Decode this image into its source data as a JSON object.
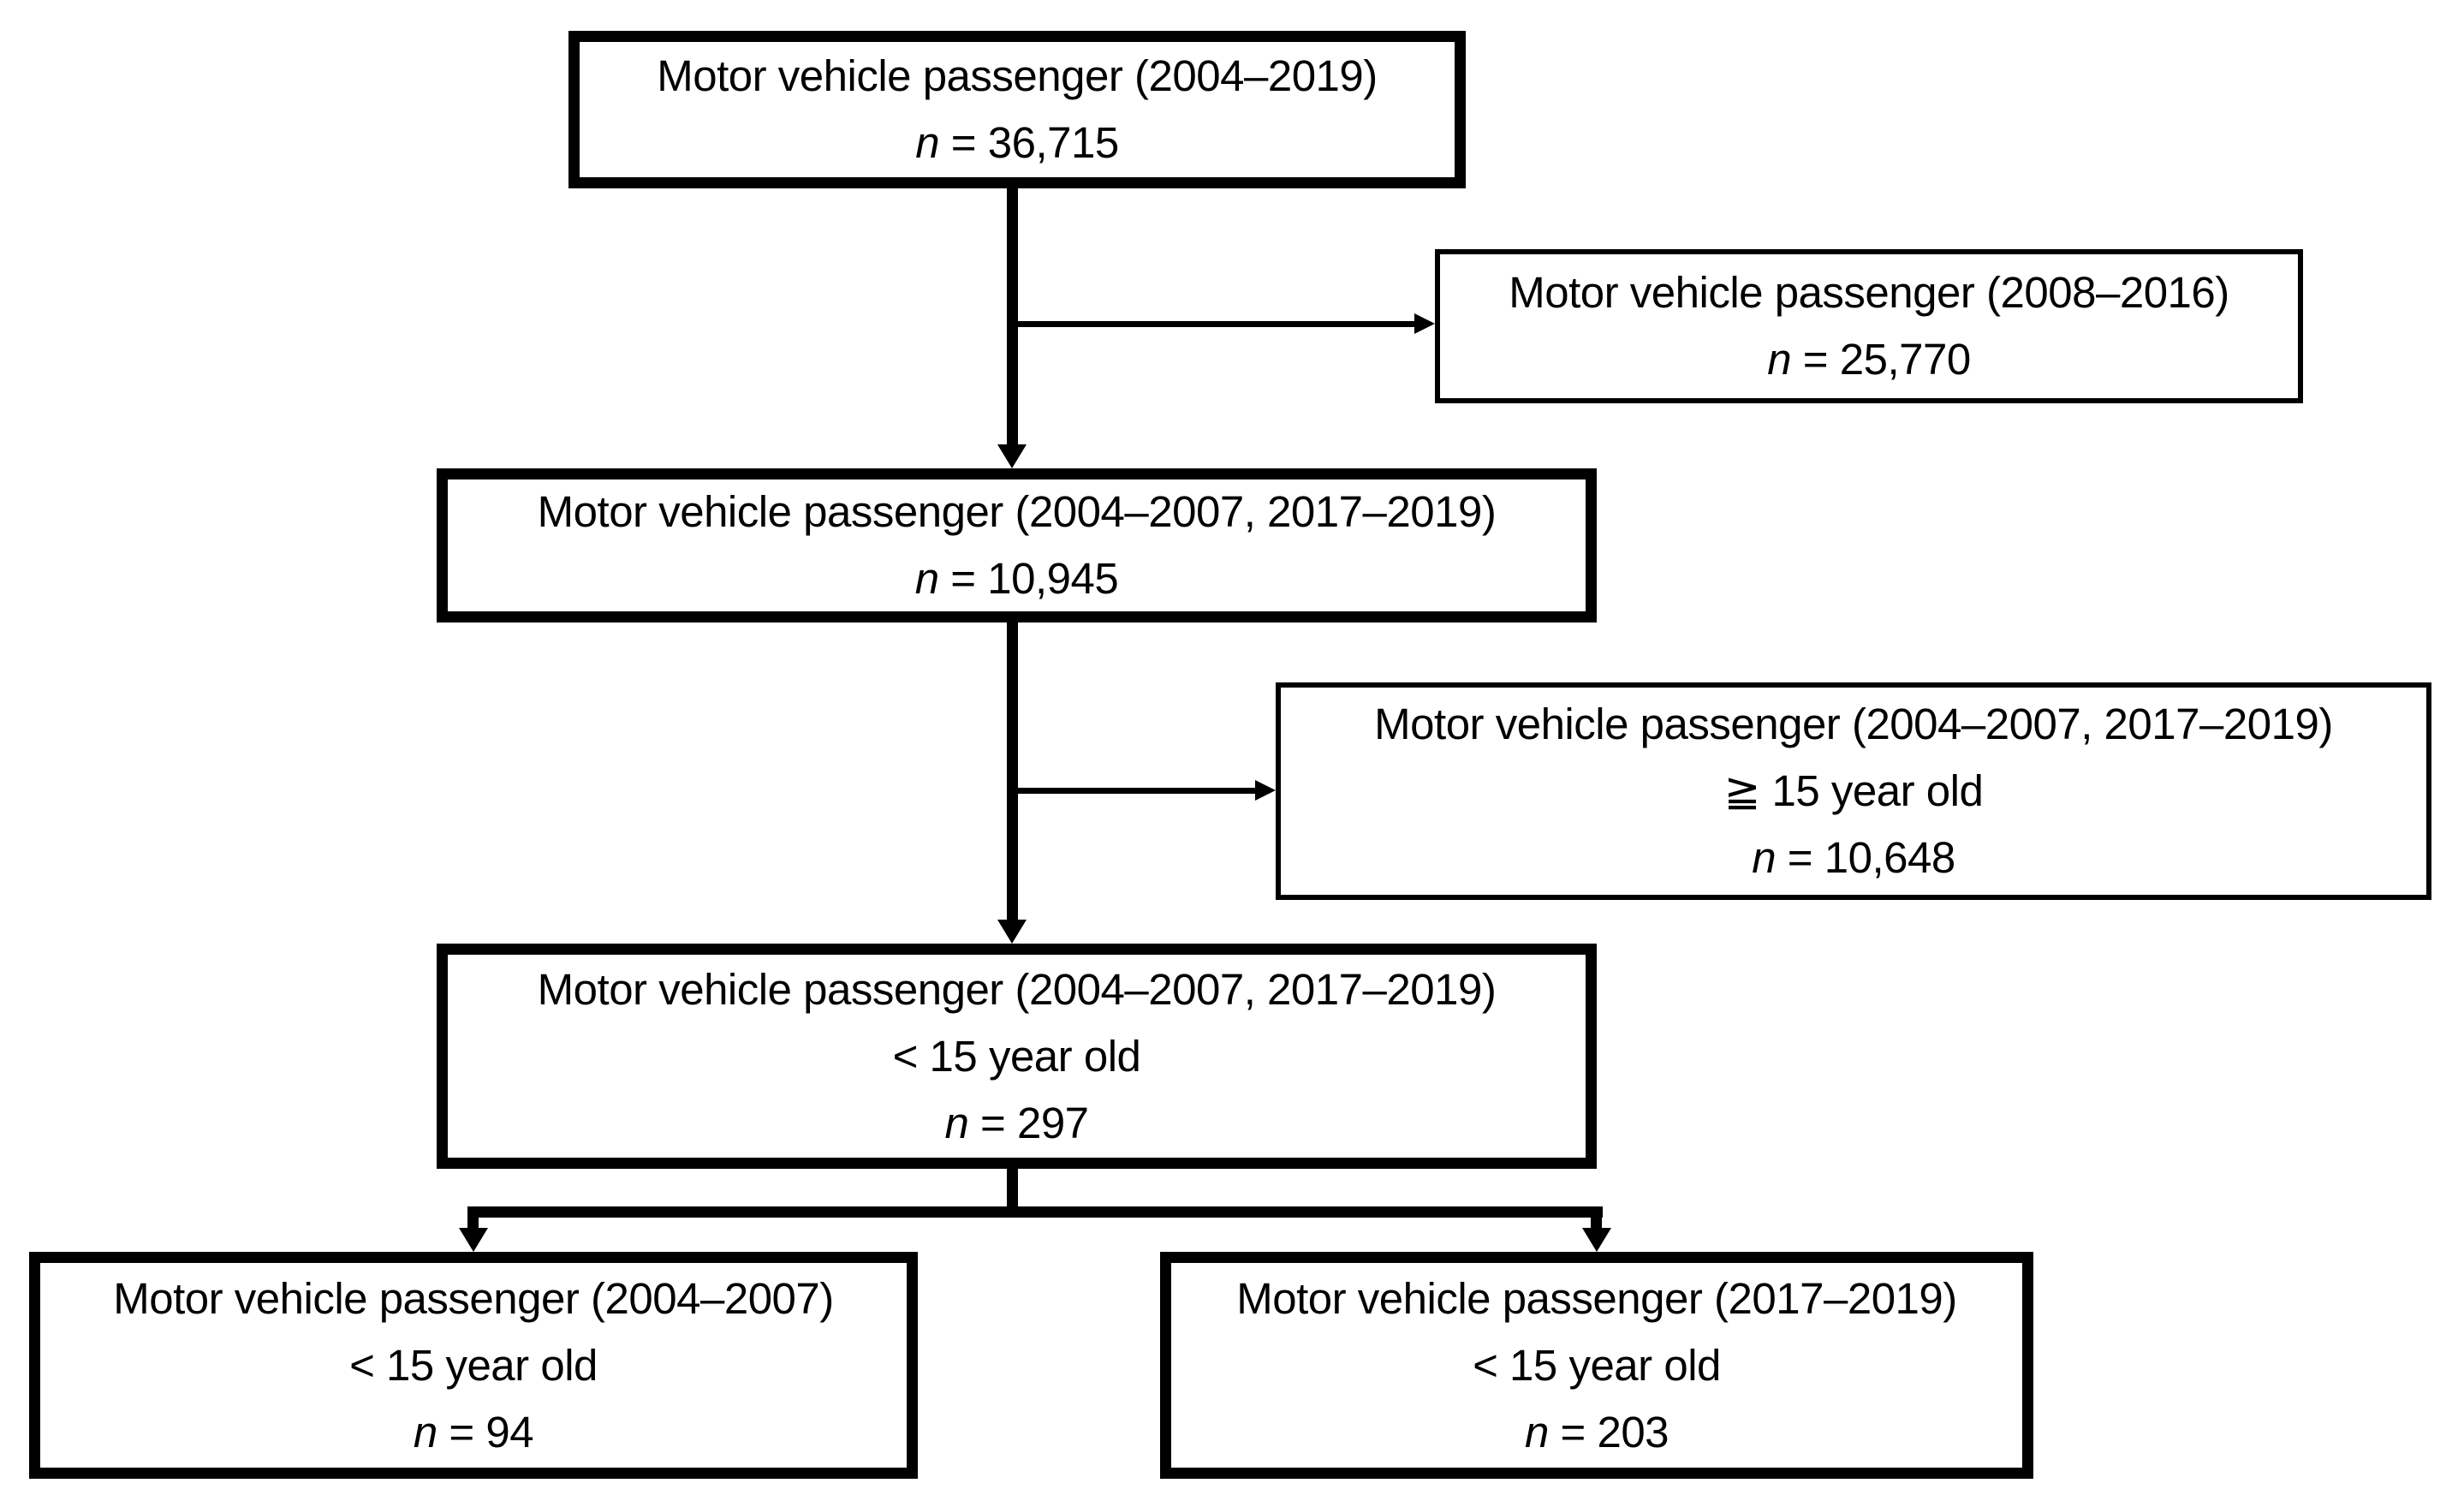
{
  "figure": {
    "type": "flow-diagram",
    "background_color": "#ffffff",
    "line_color": "#000000",
    "boxes": [
      {
        "name": "cohort-motor-vehicle-passenger-2004-2019",
        "border": "thick",
        "lines": [
          [
            {
              "text": "Motor vehicle passenger (2004–2019)",
              "italic": false
            }
          ],
          [
            {
              "text": "n",
              "italic": true
            },
            {
              "text": " = 36,715",
              "italic": false
            }
          ]
        ]
      },
      {
        "name": "excluded-motor-vehicle-passenger-2008-2016",
        "border": "thin",
        "lines": [
          [
            {
              "text": "Motor vehicle passenger (2008–2016)",
              "italic": false
            }
          ],
          [
            {
              "text": "n",
              "italic": true
            },
            {
              "text": " = 25,770",
              "italic": false
            }
          ]
        ]
      },
      {
        "name": "cohort-motor-vehicle-passenger-2004-2007-2017-2019",
        "border": "thick",
        "lines": [
          [
            {
              "text": "Motor vehicle passenger (2004–2007, 2017–2019)",
              "italic": false
            }
          ],
          [
            {
              "text": "n",
              "italic": true
            },
            {
              "text": " = 10,945",
              "italic": false
            }
          ]
        ]
      },
      {
        "name": "excluded-ge-15-year-old",
        "border": "thin",
        "lines": [
          [
            {
              "text": "Motor vehicle passenger (2004–2007, 2017–2019)",
              "italic": false
            }
          ],
          [
            {
              "text": "≧ 15 year old",
              "italic": false
            }
          ],
          [
            {
              "text": "n",
              "italic": true
            },
            {
              "text": " = 10,648",
              "italic": false
            }
          ]
        ]
      },
      {
        "name": "cohort-under-15-year-old",
        "border": "thick",
        "lines": [
          [
            {
              "text": "Motor vehicle passenger (2004–2007, 2017–2019)",
              "italic": false
            }
          ],
          [
            {
              "text": "< 15 year old",
              "italic": false
            }
          ],
          [
            {
              "text": "n",
              "italic": true
            },
            {
              "text": " = 297",
              "italic": false
            }
          ]
        ]
      },
      {
        "name": "group-2004-2007-under-15",
        "border": "thick",
        "lines": [
          [
            {
              "text": "Motor vehicle passenger (2004–2007)",
              "italic": false
            }
          ],
          [
            {
              "text": "< 15 year old",
              "italic": false
            }
          ],
          [
            {
              "text": "n",
              "italic": true
            },
            {
              "text": " = 94",
              "italic": false
            }
          ]
        ]
      },
      {
        "name": "group-2017-2019-under-15",
        "border": "thick",
        "lines": [
          [
            {
              "text": "Motor vehicle passenger (2017–2019)",
              "italic": false
            }
          ],
          [
            {
              "text": "< 15 year old",
              "italic": false
            }
          ],
          [
            {
              "text": "n",
              "italic": true
            },
            {
              "text": " = 203",
              "italic": false
            }
          ]
        ]
      }
    ]
  }
}
